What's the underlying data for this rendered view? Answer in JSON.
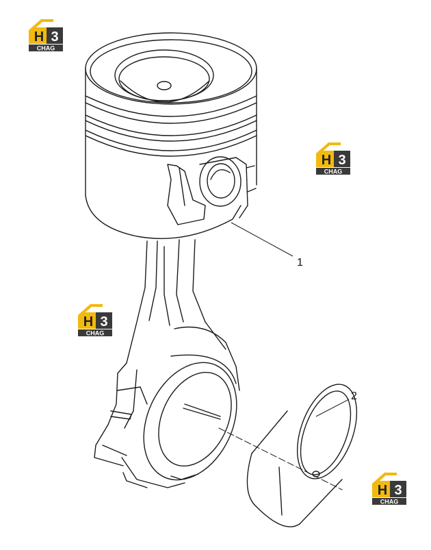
{
  "diagram": {
    "callouts": [
      {
        "label": "1"
      },
      {
        "label": "2"
      }
    ]
  },
  "watermark": {
    "lettering_top": "H3",
    "lettering_bottom": "CHAG",
    "color_gold": "#f2b90f",
    "color_dark": "#3a3a3a"
  },
  "colors": {
    "line": "#1a1a1a",
    "background": "#ffffff"
  }
}
